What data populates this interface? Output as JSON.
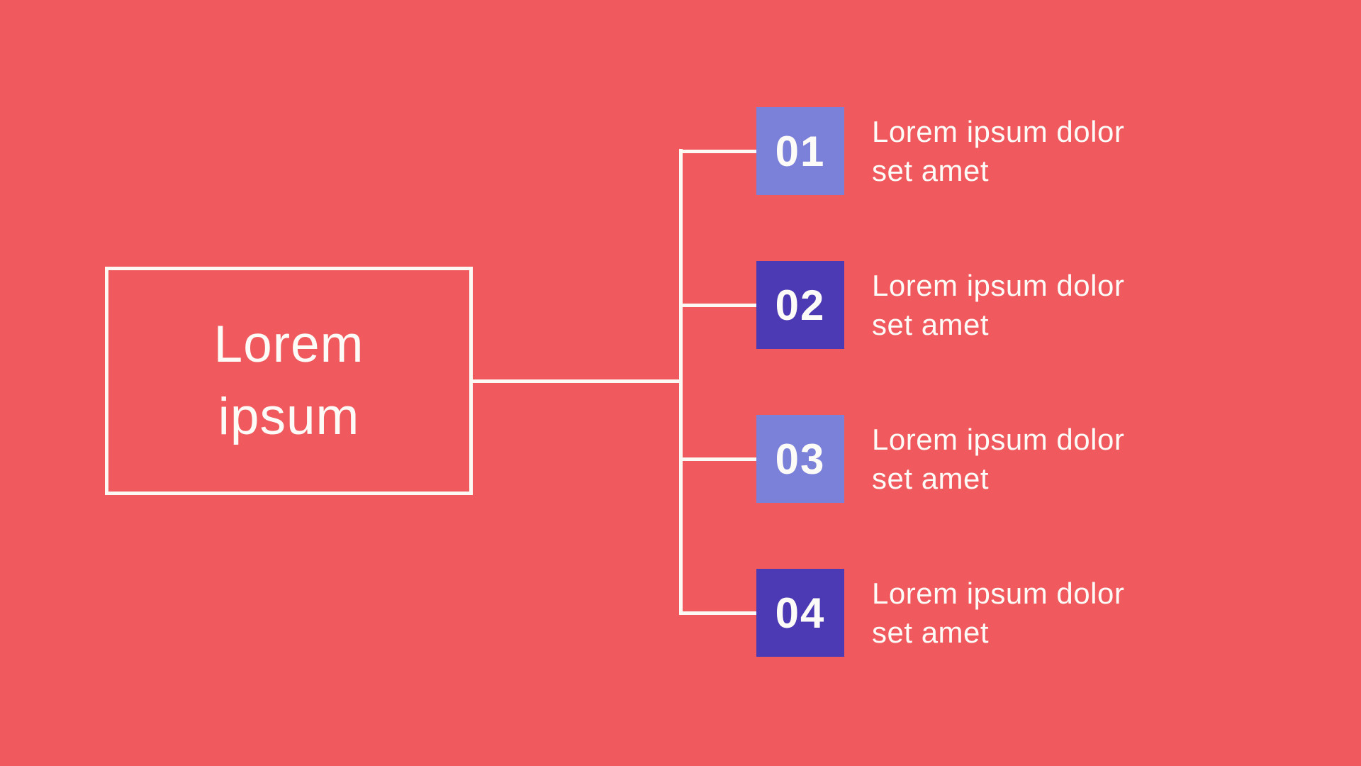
{
  "colors": {
    "background": "#F05A5E",
    "line": "#FCF9F4",
    "text": "#FDFBF8",
    "box_light": "#7B80D9",
    "box_dark": "#4B3AB4"
  },
  "root": {
    "title_lines": [
      "Lorem",
      "ipsum"
    ]
  },
  "branches": {
    "items": [
      {
        "number": "01",
        "variant": "light",
        "label_lines": [
          "Lorem ipsum dolor",
          "set amet"
        ]
      },
      {
        "number": "02",
        "variant": "dark",
        "label_lines": [
          "Lorem ipsum dolor",
          "set amet"
        ]
      },
      {
        "number": "03",
        "variant": "light",
        "label_lines": [
          "Lorem ipsum dolor",
          "set amet"
        ]
      },
      {
        "number": "04",
        "variant": "dark",
        "label_lines": [
          "Lorem ipsum dolor",
          "set amet"
        ]
      }
    ]
  }
}
